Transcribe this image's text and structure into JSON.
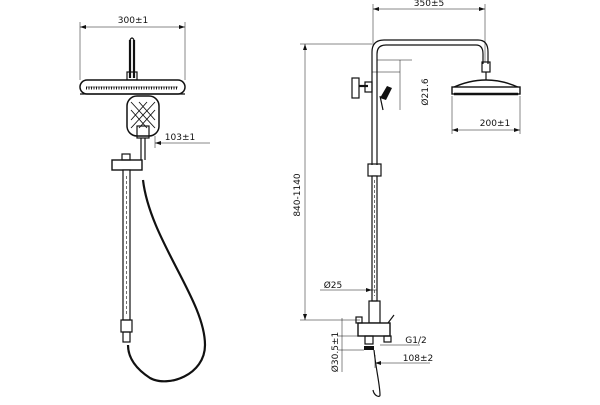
{
  "dimensions": {
    "width_left_head": "300±1",
    "offset_handheld": "103±1",
    "width_arm": "350±5",
    "dia_arm": "Ø21.6",
    "dia_round_head": "200±1",
    "height_range": "840-1140",
    "dia_riser": "Ø25",
    "thread": "G1/2",
    "dia_inlet": "Ø30.5±1",
    "spout_offset": "108±2"
  }
}
